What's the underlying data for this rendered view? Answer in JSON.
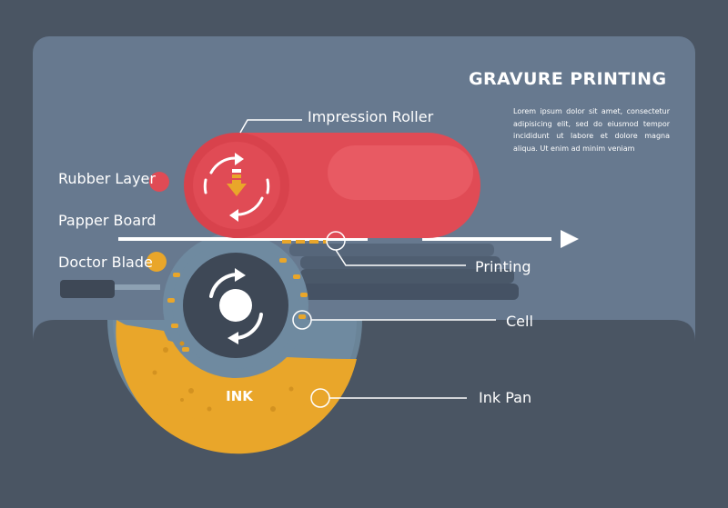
{
  "title": "GRAVURE PRINTING",
  "description": "Lorem ipsum dolor sit amet, consectetur adipisicing elit, sed do eiusmod tempor incididunt ut labore et dolore magna aliqua. Ut enim ad minim veniam",
  "labels": {
    "impression_roller": "Impression Roller",
    "rubber_layer": "Rubber Layer",
    "papper_board": "Papper Board",
    "doctor_blade": "Doctor Blade",
    "printing": "Printing",
    "cell": "Cell",
    "ink_pan": "Ink Pan",
    "ink": "INK"
  },
  "colors": {
    "background": "#4a5563",
    "panel": "#67798f",
    "roller_red": "#e04b55",
    "ink_yellow": "#e9a62a",
    "cylinder_blue": "#6f8aa0",
    "dark": "#3e4856"
  },
  "icons": [
    "rotate-arrows-icon",
    "down-arrow-icon",
    "paper-direction-arrow-icon"
  ]
}
